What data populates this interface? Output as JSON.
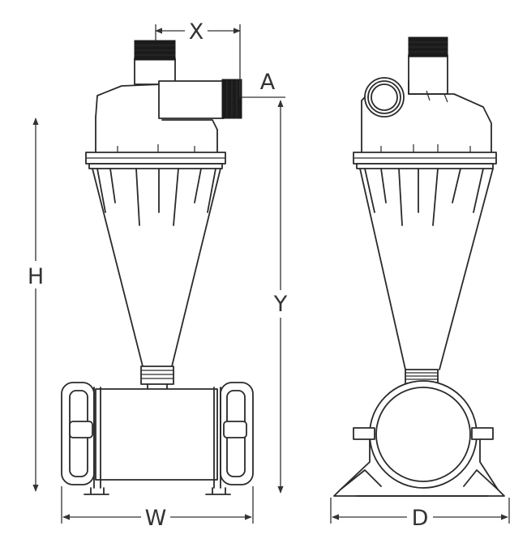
{
  "figure": {
    "colors": {
      "line": "#2a2a2a",
      "fill": "#ffffff",
      "thread": "#1b1b1b",
      "label": "#333333"
    }
  },
  "labels": {
    "x": "X",
    "a": "A",
    "h": "H",
    "y": "Y",
    "w": "W",
    "d": "D"
  }
}
